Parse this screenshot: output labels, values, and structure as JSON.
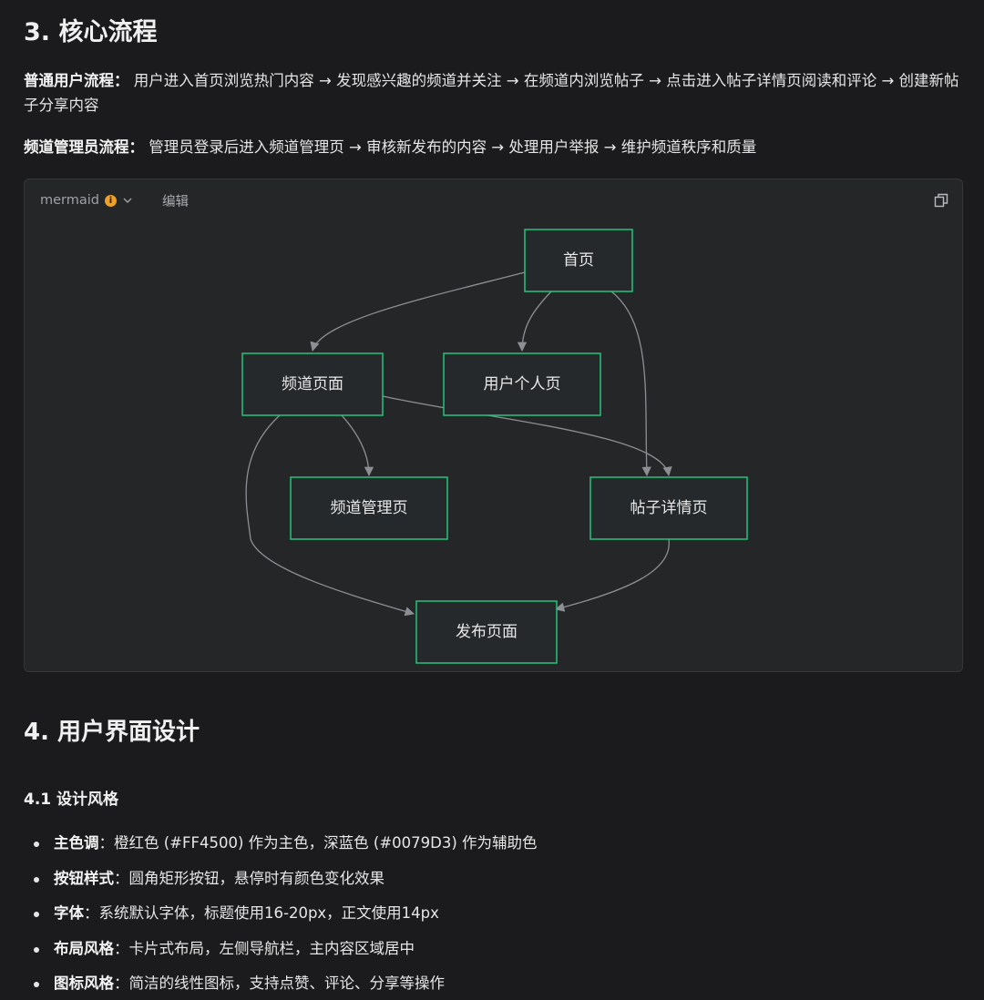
{
  "section3": {
    "title": "3. 核心流程",
    "normal_user": {
      "label": "普通用户流程：",
      "text": "用户进入首页浏览热门内容 → 发现感兴趣的频道并关注 → 在频道内浏览帖子 → 点击进入帖子详情页阅读和评论 → 创建新帖子分享内容"
    },
    "channel_admin": {
      "label": "频道管理员流程：",
      "text": "管理员登录后进入频道管理页 → 审核新发布的内容 → 处理用户举报 → 维护频道秩序和质量"
    }
  },
  "mermaid": {
    "language": "mermaid",
    "edit_label": "编辑",
    "nodes": {
      "home": "首页",
      "channel": "频道页面",
      "profile": "用户个人页",
      "channel_admin": "频道管理页",
      "post_detail": "帖子详情页",
      "publish": "发布页面"
    },
    "colors": {
      "node_border": "#23c47a",
      "node_fill": "#26292c",
      "edge": "#8c8f94"
    }
  },
  "section4": {
    "title": "4. 用户界面设计",
    "sub_title": "4.1 设计风格",
    "items": [
      {
        "label": "主色调",
        "text": "：橙红色 (#FF4500) 作为主色，深蓝色 (#0079D3) 作为辅助色"
      },
      {
        "label": "按钮样式",
        "text": "：圆角矩形按钮，悬停时有颜色变化效果"
      },
      {
        "label": "字体",
        "text": "：系统默认字体，标题使用16-20px，正文使用14px"
      },
      {
        "label": "布局风格",
        "text": "：卡片式布局，左侧导航栏，主内容区域居中"
      },
      {
        "label": "图标风格",
        "text": "：简洁的线性图标，支持点赞、评论、分享等操作"
      }
    ]
  }
}
